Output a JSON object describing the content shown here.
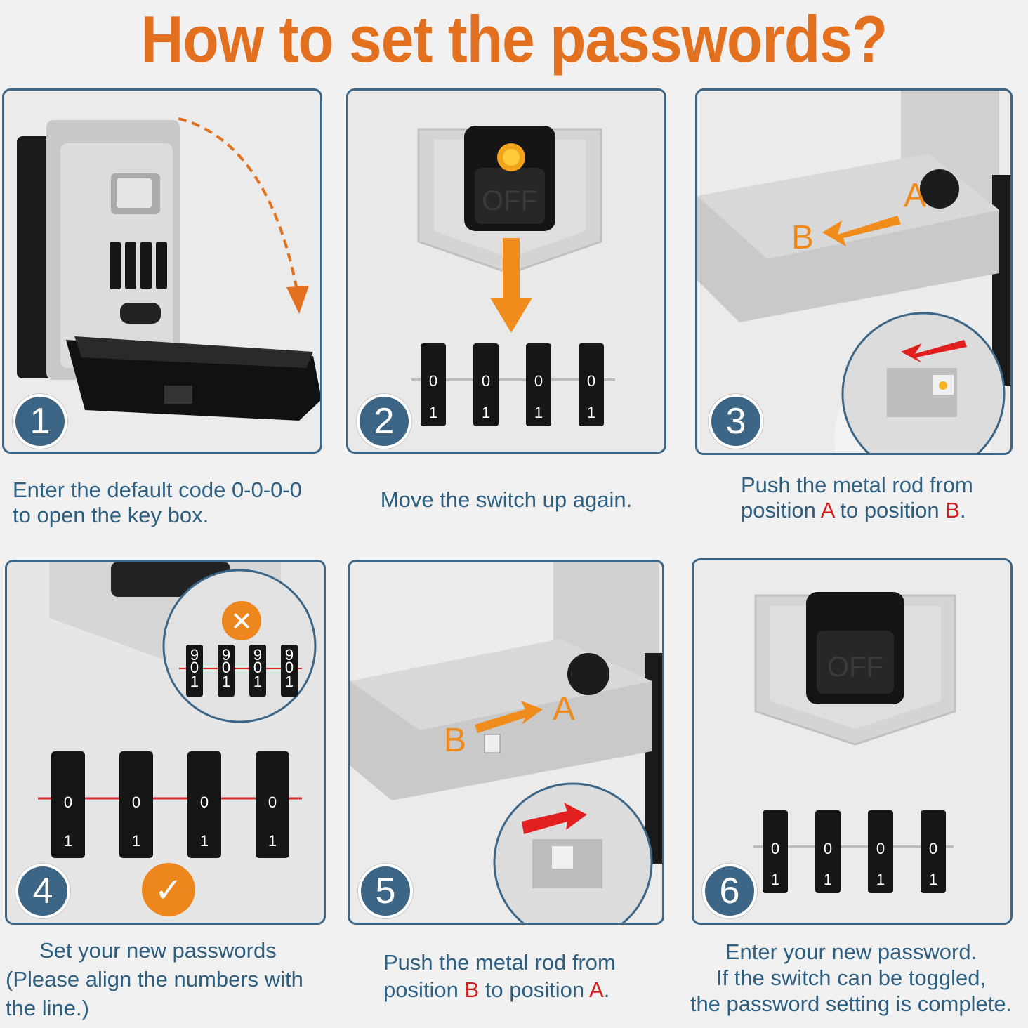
{
  "title": "How to set the passwords?",
  "colors": {
    "accent": "#e2701f",
    "panel_border": "#3d6585",
    "caption": "#2e5f80",
    "highlight_red": "#d01c1c"
  },
  "steps": [
    {
      "num": "1",
      "caption_l1": "Enter the default code 0-0-0-0",
      "caption_l2": "to open the key box."
    },
    {
      "num": "2",
      "caption_l1": "Move the switch up again."
    },
    {
      "num": "3",
      "caption_l1": "Push the metal rod from",
      "caption_l2_a": "position ",
      "caption_l2_b": "A",
      "caption_l2_c": " to position ",
      "caption_l2_d": "B",
      "caption_l2_e": "."
    },
    {
      "num": "4",
      "caption_l1": "Set your new passwords",
      "caption_l2": "(Please align the numbers with",
      "caption_l3": "the line.)"
    },
    {
      "num": "5",
      "caption_l1": "Push the metal rod from",
      "caption_l2_a": "position ",
      "caption_l2_b": "B",
      "caption_l2_c": " to position ",
      "caption_l2_d": "A",
      "caption_l2_e": "."
    },
    {
      "num": "6",
      "caption_l1": "Enter your new password.",
      "caption_l2": "If the switch can be toggled,",
      "caption_l3": "the password setting is complete."
    }
  ],
  "labels": {
    "off": "OFF",
    "pos_a": "A",
    "pos_b": "B",
    "wrong_mark": "✕",
    "right_mark": "✓",
    "digit_top": "9",
    "digit_mid": "0",
    "digit_bot": "1"
  }
}
